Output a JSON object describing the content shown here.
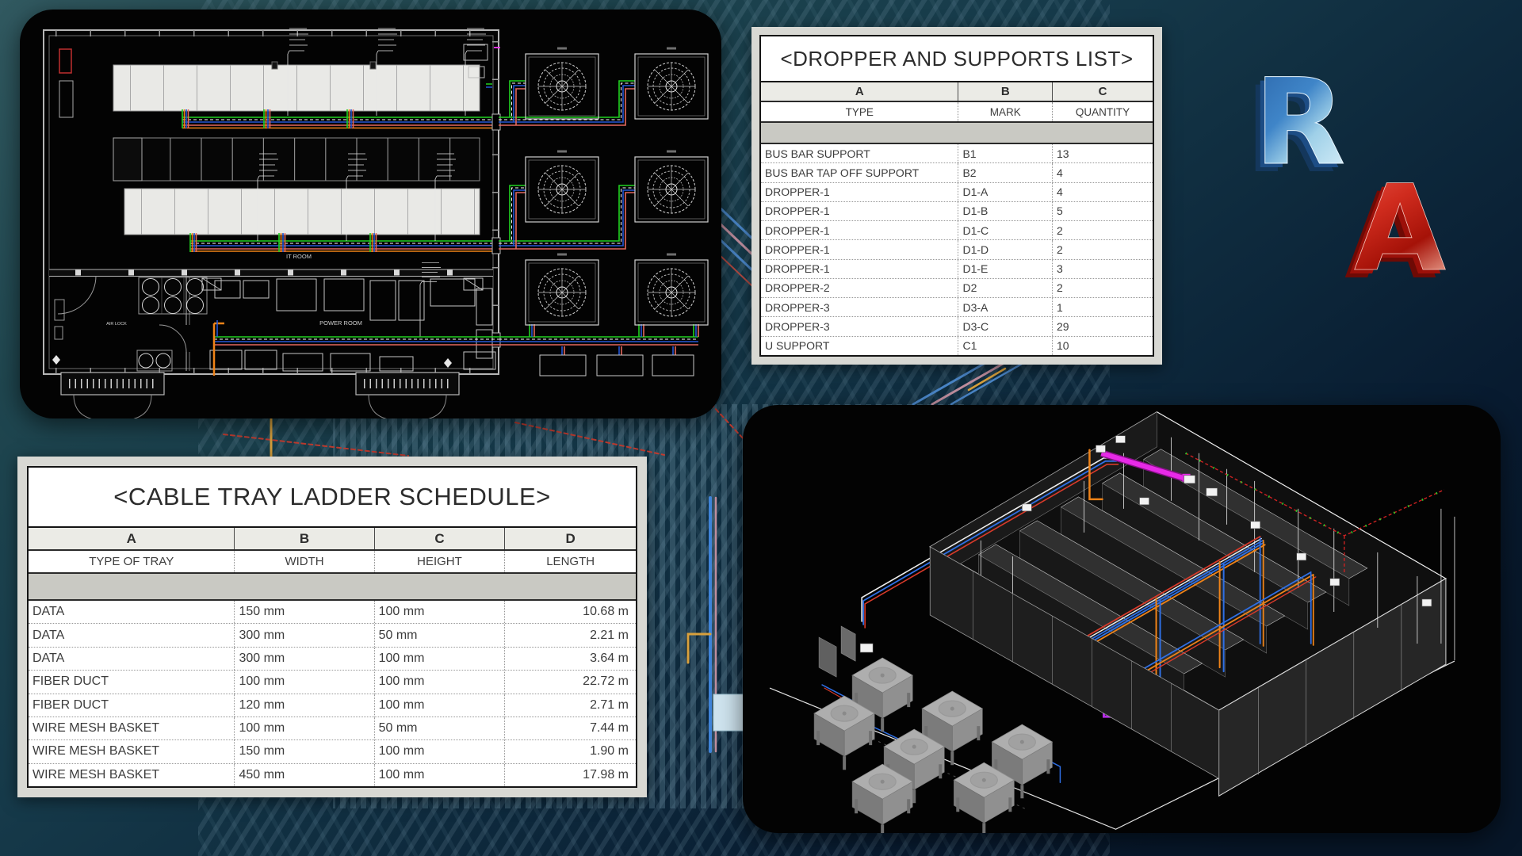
{
  "dropper_table": {
    "title": "<DROPPER AND SUPPORTS LIST>",
    "column_letters": [
      "A",
      "B",
      "C"
    ],
    "headers": [
      "TYPE",
      "MARK",
      "QUANTITY"
    ],
    "rows": [
      {
        "type": "BUS BAR SUPPORT",
        "mark": "B1",
        "qty": "13"
      },
      {
        "type": "BUS BAR TAP OFF SUPPORT",
        "mark": "B2",
        "qty": "4"
      },
      {
        "type": "DROPPER-1",
        "mark": "D1-A",
        "qty": "4"
      },
      {
        "type": "DROPPER-1",
        "mark": "D1-B",
        "qty": "5"
      },
      {
        "type": "DROPPER-1",
        "mark": "D1-C",
        "qty": "2"
      },
      {
        "type": "DROPPER-1",
        "mark": "D1-D",
        "qty": "2"
      },
      {
        "type": "DROPPER-1",
        "mark": "D1-E",
        "qty": "3"
      },
      {
        "type": "DROPPER-2",
        "mark": "D2",
        "qty": "2"
      },
      {
        "type": "DROPPER-3",
        "mark": "D3-A",
        "qty": "1"
      },
      {
        "type": "DROPPER-3",
        "mark": "D3-C",
        "qty": "29"
      },
      {
        "type": "U SUPPORT",
        "mark": "C1",
        "qty": "10"
      }
    ]
  },
  "cable_tray_table": {
    "title": "<CABLE TRAY LADDER SCHEDULE>",
    "column_letters": [
      "A",
      "B",
      "C",
      "D"
    ],
    "headers": [
      "TYPE OF TRAY",
      "WIDTH",
      "HEIGHT",
      "LENGTH"
    ],
    "rows": [
      {
        "tray": "DATA",
        "width": "150 mm",
        "height": "100 mm",
        "length": "10.68 m"
      },
      {
        "tray": "DATA",
        "width": "300 mm",
        "height": "50 mm",
        "length": "2.21 m"
      },
      {
        "tray": "DATA",
        "width": "300 mm",
        "height": "100 mm",
        "length": "3.64 m"
      },
      {
        "tray": "FIBER DUCT",
        "width": "100 mm",
        "height": "100 mm",
        "length": "22.72 m"
      },
      {
        "tray": "FIBER DUCT",
        "width": "120 mm",
        "height": "100 mm",
        "length": "2.71 m"
      },
      {
        "tray": "WIRE MESH BASKET",
        "width": "100 mm",
        "height": "50 mm",
        "length": "7.44 m"
      },
      {
        "tray": "WIRE MESH BASKET",
        "width": "150 mm",
        "height": "100 mm",
        "length": "1.90 m"
      },
      {
        "tray": "WIRE MESH BASKET",
        "width": "450 mm",
        "height": "100 mm",
        "length": "17.98 m"
      }
    ]
  },
  "floor_plan": {
    "labels": {
      "it_room": "IT ROOM",
      "power_room": "POWER ROOM",
      "air_lock": "AIR LOCK"
    }
  },
  "logos": {
    "revit_letter": "R",
    "autocad_letter": "A"
  },
  "colors": {
    "background_teal": "#1d4049",
    "background_navy": "#081b30",
    "panel_black": "#030303",
    "cable_green": "#21d121",
    "cable_blue": "#2457d6",
    "cable_orange": "#ef8318",
    "cable_red": "#e4695f",
    "busway_magenta": "#e72ae7",
    "revit_blue": "#2a7fd4",
    "autocad_red": "#c1170b"
  }
}
